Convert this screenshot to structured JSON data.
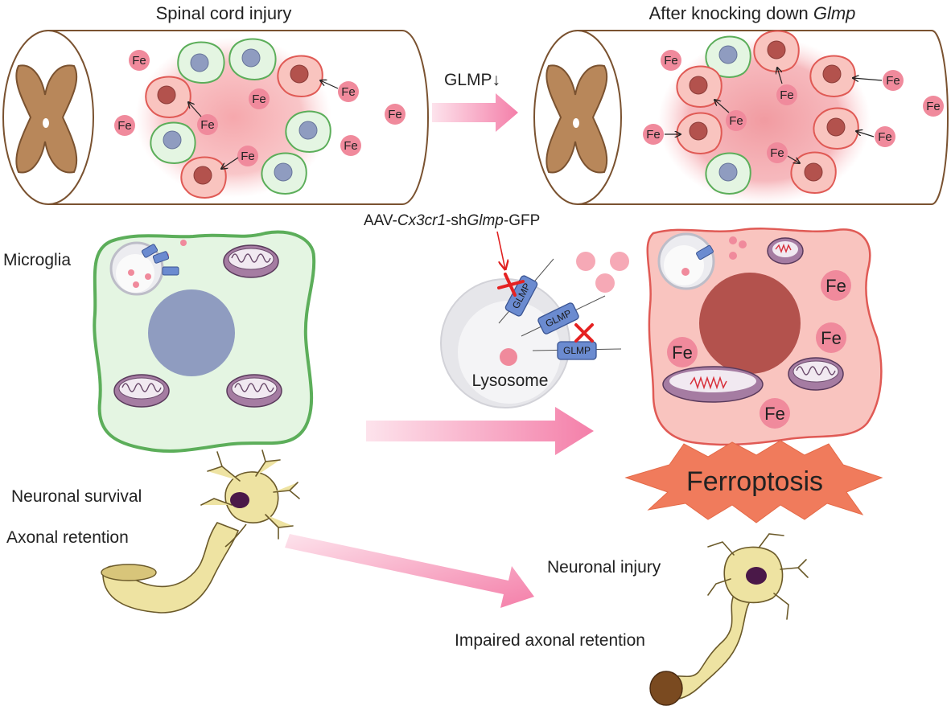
{
  "titles": {
    "left": "Spinal cord injury",
    "right_prefix": "After knocking down ",
    "right_gene": "Glmp"
  },
  "arrow_label": "GLMP↓",
  "aav_label": {
    "p1": "AAV-",
    "p2": "Cx3cr1",
    "p3": "-sh",
    "p4": "Glmp",
    "p5": "-GFP"
  },
  "fe_label": "Fe",
  "glmp_label": "GLMP",
  "labels": {
    "microglia": "Microglia",
    "lysosome": "Lysosome",
    "ferroptosis": "Ferroptosis",
    "neuronal_survival": "Neuronal survival",
    "axonal_retention": "Axonal retention",
    "neuronal_injury": "Neuronal injury",
    "impaired_axonal_retention": "Impaired axonal retention"
  },
  "colors": {
    "healthy_cell_fill": "#e4f5e2",
    "healthy_cell_stroke": "#5cae5a",
    "activated_cell_fill": "#f9c4bf",
    "activated_cell_stroke": "#e05a55",
    "healthy_nucleus": "#8f9cc0",
    "ferroptotic_nucleus": "#b3524d",
    "iron": "#f08a9c",
    "spinal_grey_matter": "#b8875a",
    "process_arrow": "#f48fb1",
    "ferroptosis_burst": "#f07b5c",
    "neuron_fill": "#eee3a2",
    "inhibition_cross": "#e52222"
  }
}
